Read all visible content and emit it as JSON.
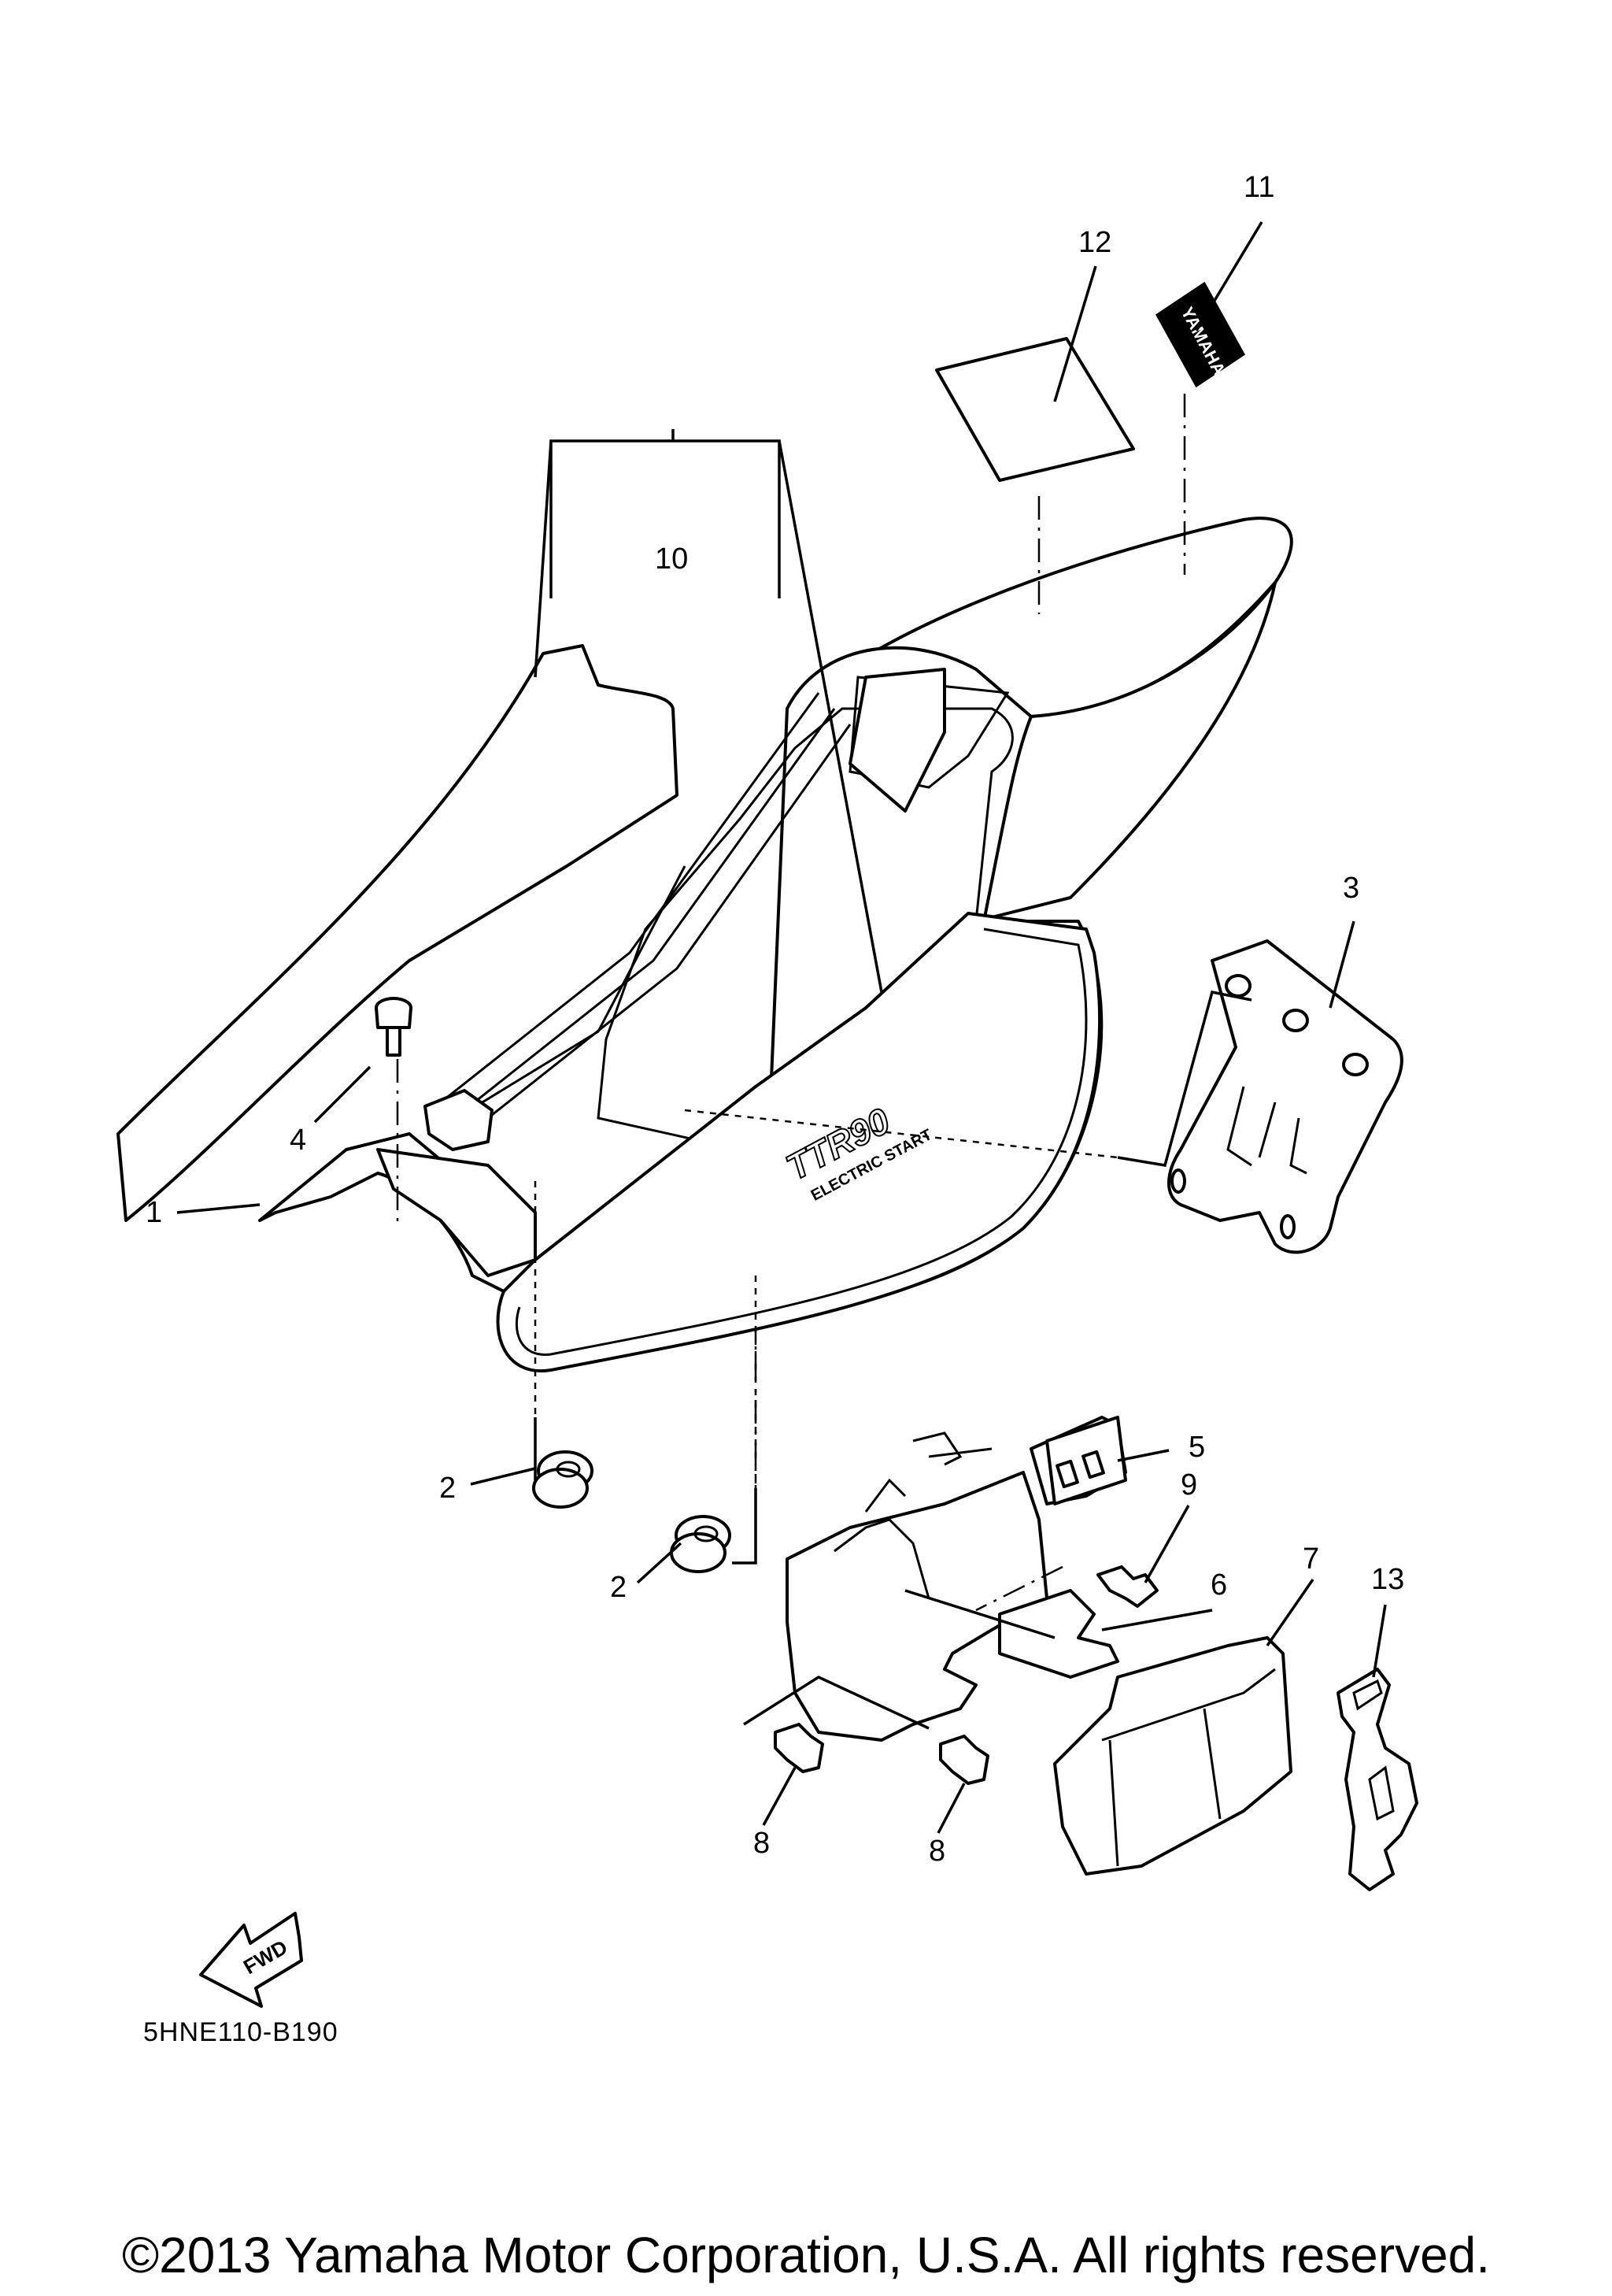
{
  "callouts": [
    {
      "id": "1",
      "label": "1"
    },
    {
      "id": "2a",
      "label": "2"
    },
    {
      "id": "2b",
      "label": "2"
    },
    {
      "id": "3",
      "label": "3"
    },
    {
      "id": "4",
      "label": "4"
    },
    {
      "id": "5",
      "label": "5"
    },
    {
      "id": "6",
      "label": "6"
    },
    {
      "id": "7",
      "label": "7"
    },
    {
      "id": "8a",
      "label": "8"
    },
    {
      "id": "8b",
      "label": "8"
    },
    {
      "id": "9",
      "label": "9"
    },
    {
      "id": "10",
      "label": "10"
    },
    {
      "id": "11",
      "label": "11"
    },
    {
      "id": "12",
      "label": "12"
    },
    {
      "id": "13",
      "label": "13"
    }
  ],
  "decals": {
    "brand_emblem": "YAMAHA",
    "model_badge": "TTR90",
    "model_sub": "ELECTRIC START"
  },
  "direction_arrow": "FWD",
  "diagram_code": "5HNE110-B190",
  "copyright": "©2013 Yamaha Motor Corporation, U.S.A. All rights reserved."
}
